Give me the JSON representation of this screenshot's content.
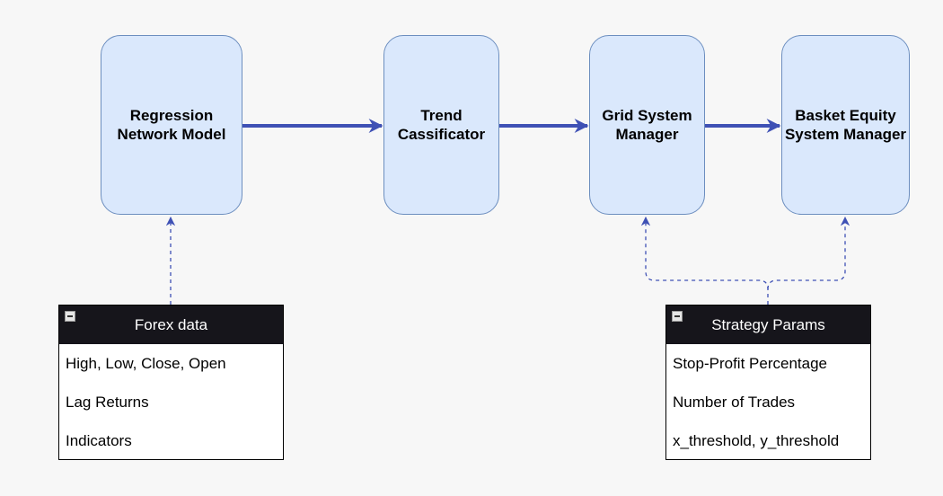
{
  "nodes": {
    "regression": {
      "label": "Regression\nNetwork Model"
    },
    "trend": {
      "label": "Trend\nCassificator"
    },
    "grid": {
      "label": "Grid System\nManager"
    },
    "basket": {
      "label": "Basket Equity\nSystem Manager"
    }
  },
  "forex_table": {
    "title": "Forex data",
    "rows": [
      "High, Low, Close, Open",
      "Lag Returns",
      "Indicators"
    ]
  },
  "strategy_table": {
    "title": "Strategy Params",
    "rows": [
      "Stop-Profit Percentage",
      "Number of Trades",
      "x_threshold, y_threshold"
    ]
  },
  "colors": {
    "node_fill": "#dae8fc",
    "node_border": "#6c8ebf",
    "solid_arrow": "#3f51b5",
    "dashed_arrow": "#3f51b5",
    "table_header": "#16151b",
    "background": "#f7f7f7"
  }
}
